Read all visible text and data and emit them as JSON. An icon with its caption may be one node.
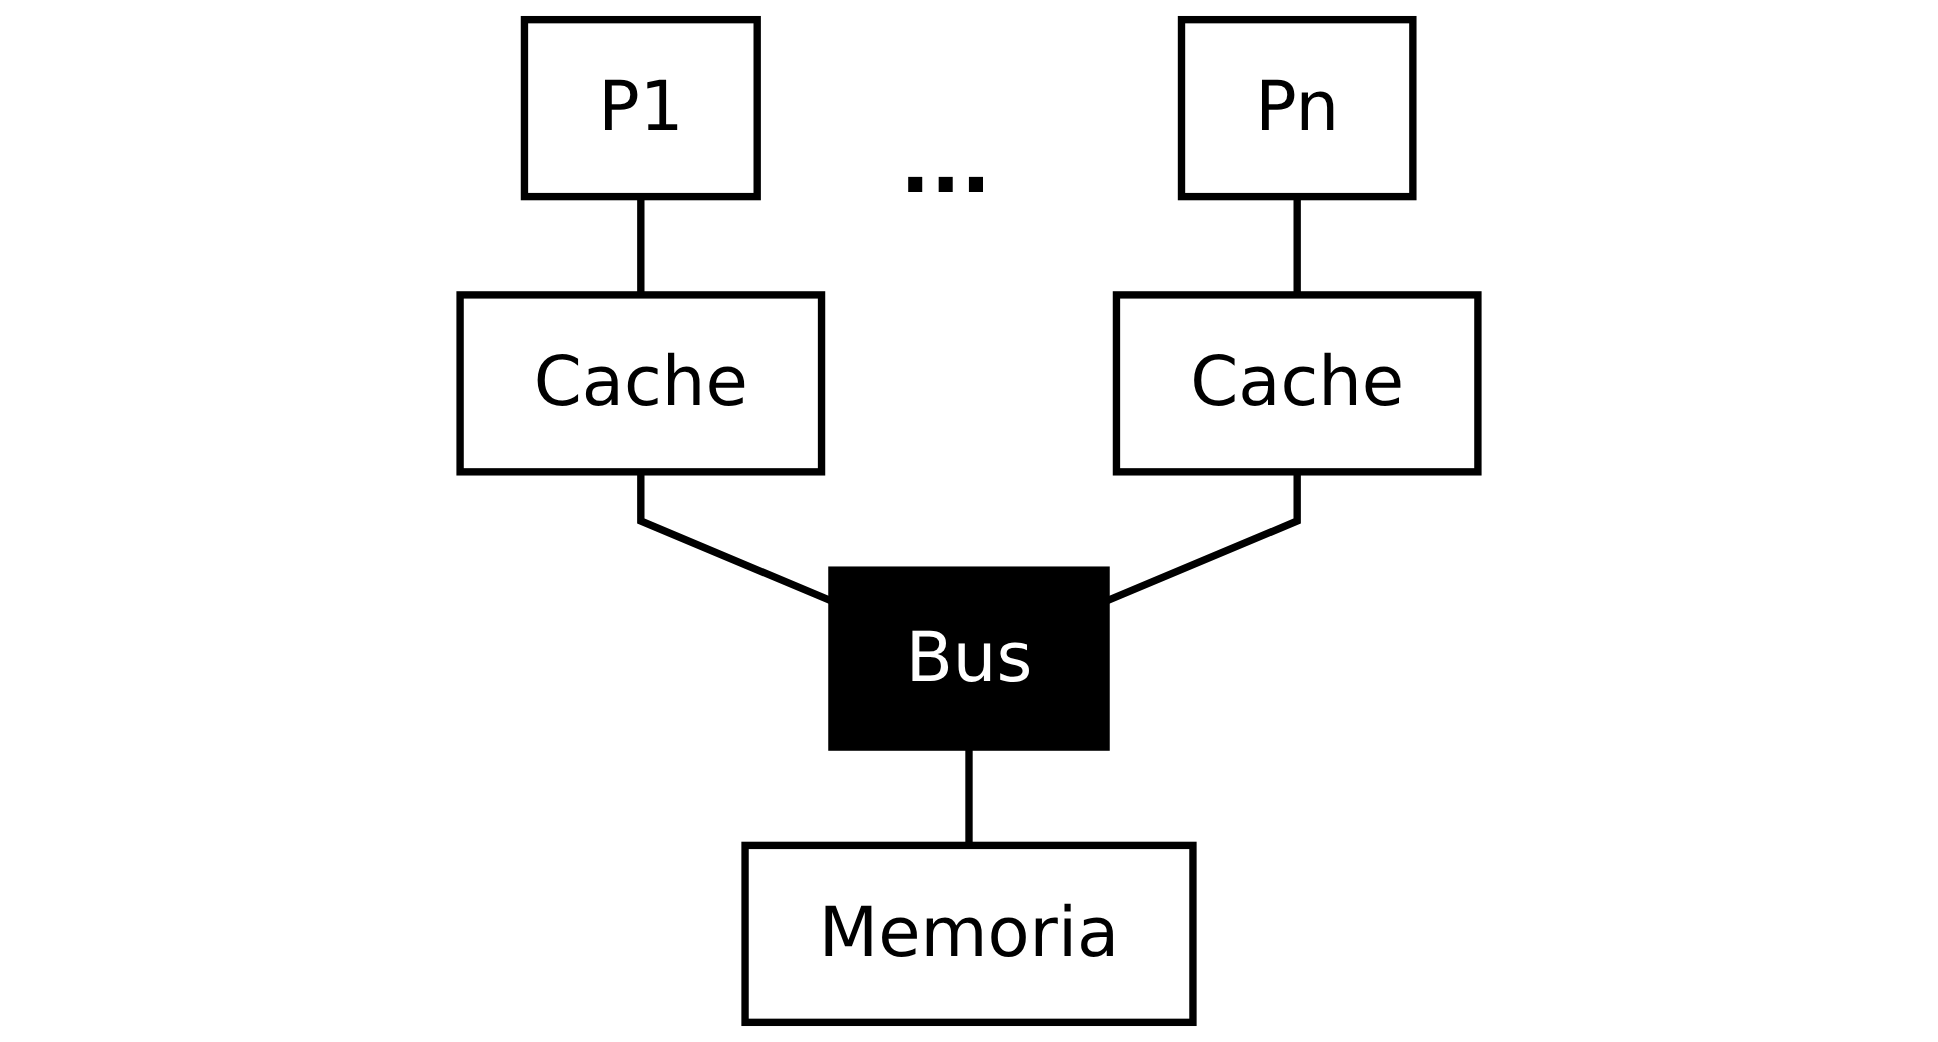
{
  "diagram": {
    "nodes": [
      {
        "text": [
          "P1"
        ]
      },
      {
        "text": [
          "Pn"
        ]
      },
      {
        "text": [
          "Cache"
        ]
      },
      {
        "text": [
          "Cache"
        ]
      },
      {
        "text": [
          "Bus"
        ]
      },
      {
        "text": [
          "Memoria"
        ]
      }
    ],
    "edges": [
      {
        "from": 0,
        "to": 2,
        "arrow": "none"
      },
      {
        "from": 2,
        "to": 4,
        "arrow": "none"
      },
      {
        "from": 1,
        "to": 3,
        "arrow": "none"
      },
      {
        "from": 3,
        "to": 4,
        "arrow": "none"
      },
      {
        "from": 4,
        "to": 5,
        "arrow": "none"
      }
    ],
    "labels": [
      "..."
    ]
  }
}
